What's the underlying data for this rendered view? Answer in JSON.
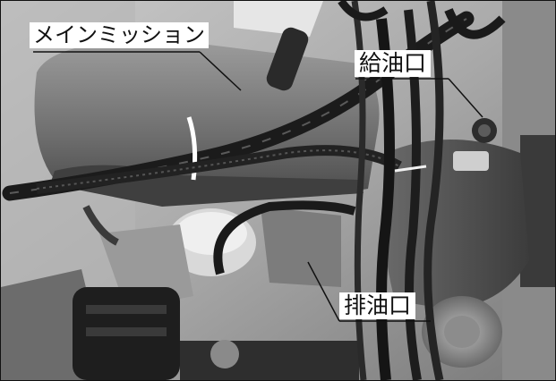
{
  "labels": {
    "main_transmission": "メインミッション",
    "oil_fill_port": "給油口",
    "oil_drain_port": "排油口"
  },
  "colors": {
    "frame_border": "#111111",
    "label_background": "#ffffff",
    "label_text": "#111111"
  }
}
